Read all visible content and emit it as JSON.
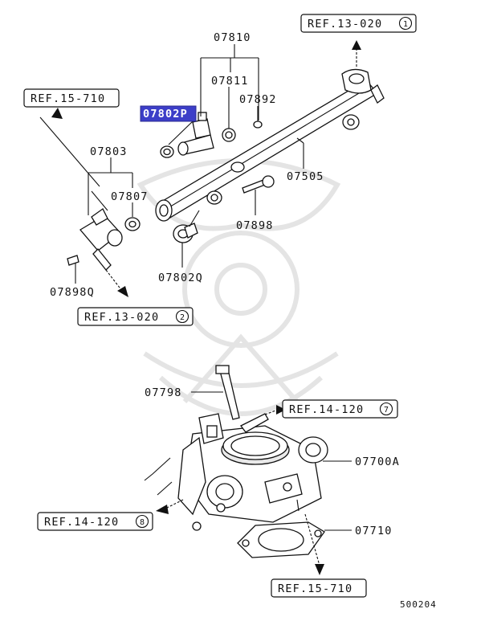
{
  "parts": {
    "p07810": "07810",
    "p07811": "07811",
    "p07892": "07892",
    "p07802P": "07802P",
    "p07803": "07803",
    "p07807": "07807",
    "p07505": "07505",
    "p07898": "07898",
    "p07802Q": "07802Q",
    "p07898Q": "07898Q",
    "p07798": "07798",
    "p07700A": "07700A",
    "p07710": "07710"
  },
  "refs": [
    {
      "label": "REF.13-020",
      "num": "1"
    },
    {
      "label": "REF.15-710"
    },
    {
      "label": "REF.13-020",
      "num": "2"
    },
    {
      "label": "REF.14-120",
      "num": "7"
    },
    {
      "label": "REF.14-120",
      "num": "8"
    },
    {
      "label": "REF.15-710"
    }
  ],
  "highlight_color": "#3c3ec8",
  "diagram_code": "500204"
}
